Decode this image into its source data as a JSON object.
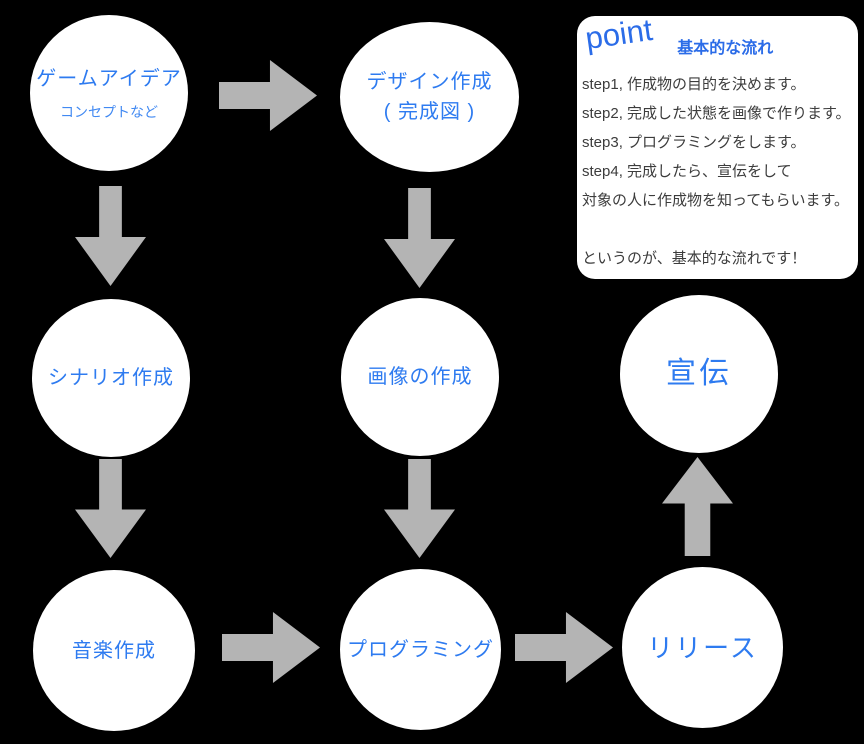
{
  "colors": {
    "background": "#000000",
    "node_fill": "#ffffff",
    "node_text_blue": "#2e7bf0",
    "arrow_gray": "#b4b4b4",
    "point_blue": "#2b6ce8",
    "step_text": "#3c3c3c"
  },
  "nodes": [
    {
      "id": "game-idea",
      "label": "ゲームアイデア",
      "sublabel": "コンセプトなど"
    },
    {
      "id": "design",
      "label": "デザイン作成",
      "label_line2": "( 完成図 )"
    },
    {
      "id": "scenario",
      "label": "シナリオ作成"
    },
    {
      "id": "image",
      "label": "画像の作成"
    },
    {
      "id": "promotion",
      "label": "宣伝"
    },
    {
      "id": "music",
      "label": "音楽作成"
    },
    {
      "id": "programming",
      "label": "プログラミング"
    },
    {
      "id": "release",
      "label": "リリース"
    }
  ],
  "arrows": [
    {
      "from": "game-idea",
      "to": "design",
      "direction": "right"
    },
    {
      "from": "game-idea",
      "to": "scenario",
      "direction": "down"
    },
    {
      "from": "design",
      "to": "image",
      "direction": "down"
    },
    {
      "from": "scenario",
      "to": "music",
      "direction": "down"
    },
    {
      "from": "image",
      "to": "programming",
      "direction": "down"
    },
    {
      "from": "music",
      "to": "programming",
      "direction": "right"
    },
    {
      "from": "programming",
      "to": "release",
      "direction": "right"
    },
    {
      "from": "release",
      "to": "promotion",
      "direction": "up"
    }
  ],
  "point_box": {
    "title": "point",
    "subtitle": "基本的な流れ",
    "lines": [
      "step1, 作成物の目的を決めます。",
      "step2, 完成した状態を画像で作ります。",
      "step3, プログラミングをします。",
      "step4, 完成したら、宣伝をして",
      "対象の人に作成物を知ってもらいます。",
      "",
      "というのが、基本的な流れです！"
    ]
  }
}
